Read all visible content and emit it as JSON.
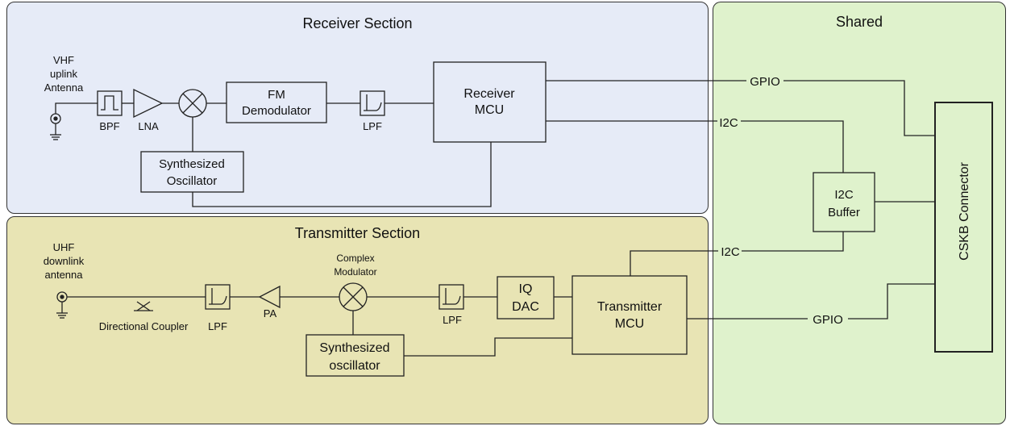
{
  "sections": {
    "receiver": {
      "title": "Receiver Section",
      "fill": "#e6ebf7"
    },
    "transmitter": {
      "title": "Transmitter Section",
      "fill": "#e8e4b4"
    },
    "shared": {
      "title": "Shared",
      "fill": "#dff2cc"
    }
  },
  "receiver": {
    "antenna_label": [
      "VHF",
      "uplink",
      "Antenna"
    ],
    "bpf": "BPF",
    "lna": "LNA",
    "fm_demod": [
      "FM",
      "Demodulator"
    ],
    "lpf": "LPF",
    "mcu": [
      "Receiver",
      "MCU"
    ],
    "synth": [
      "Synthesized",
      "Oscillator"
    ]
  },
  "transmitter": {
    "antenna_label": [
      "UHF",
      "downlink",
      "antenna"
    ],
    "coupler": "Directional Coupler",
    "lpf1": "LPF",
    "pa": "PA",
    "modulator": [
      "Complex",
      "Modulator"
    ],
    "lpf2": "LPF",
    "iqdac": [
      "IQ",
      "DAC"
    ],
    "mcu": [
      "Transmitter",
      "MCU"
    ],
    "synth": [
      "Synthesized",
      "oscillator"
    ]
  },
  "shared": {
    "gpio_rx": "GPIO",
    "i2c_rx": "I2C",
    "i2c_buffer": [
      "I2C",
      "Buffer"
    ],
    "i2c_tx": "I2C",
    "gpio_tx": "GPIO",
    "connector": "CSKB Connector"
  }
}
